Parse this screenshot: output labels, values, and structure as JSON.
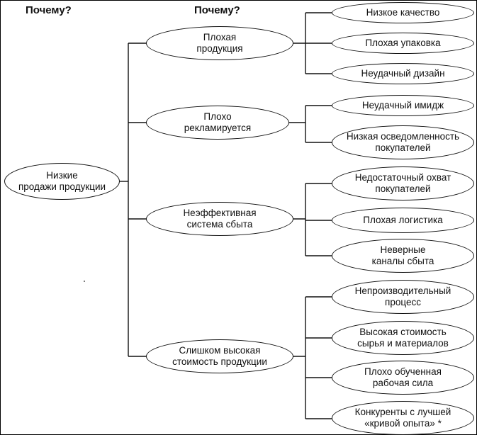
{
  "headers": {
    "level1": "Почему?",
    "level2": "Почему?"
  },
  "root": {
    "line1": "Низкие",
    "line2": "продажи продукции"
  },
  "causes": [
    {
      "line1": "Плохая",
      "line2": "продукция",
      "reasons": [
        {
          "line1": "Низкое качество",
          "line2": ""
        },
        {
          "line1": "Плохая упаковка",
          "line2": ""
        },
        {
          "line1": "Неудачный дизайн",
          "line2": ""
        }
      ]
    },
    {
      "line1": "Плохо",
      "line2": "рекламируется",
      "reasons": [
        {
          "line1": "Неудачный имидж",
          "line2": ""
        },
        {
          "line1": "Низкая осведомленность",
          "line2": "покупателей"
        }
      ]
    },
    {
      "line1": "Неэффективная",
      "line2": "система сбыта",
      "reasons": [
        {
          "line1": "Недостаточный охват",
          "line2": "покупателей"
        },
        {
          "line1": "Плохая логистика",
          "line2": ""
        },
        {
          "line1": "Неверные",
          "line2": "каналы сбыта"
        }
      ]
    },
    {
      "line1": "Слишком высокая",
      "line2": "стоимость продукции",
      "reasons": [
        {
          "line1": "Непроизводительный",
          "line2": "процесс"
        },
        {
          "line1": "Высокая стоимость",
          "line2": "сырья и материалов"
        },
        {
          "line1": "Плохо обученная",
          "line2": "рабочая сила"
        },
        {
          "line1": "Конкуренты с лучшей",
          "line2": "«кривой опыта» *"
        }
      ]
    }
  ]
}
